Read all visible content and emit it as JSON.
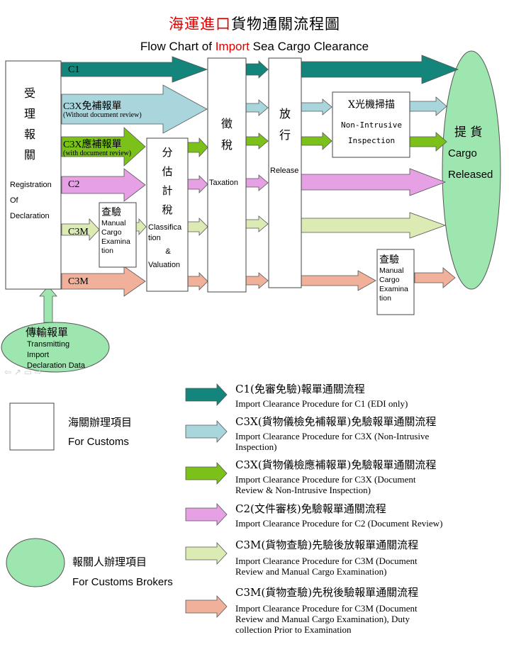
{
  "title": {
    "cn_red": "海運進口",
    "cn_rest": "貨物通關流程圖",
    "en_pre": "Flow Chart of ",
    "en_red": "Import",
    "en_post": " Sea Cargo Clearance"
  },
  "colors": {
    "teal": "#14857b",
    "lightblue": "#a9d5dc",
    "green": "#7bc11a",
    "pink": "#e6a0e4",
    "lightgreen": "#dcebb3",
    "salmon": "#f0b099",
    "oval": "#9ee6b0"
  },
  "nodes": {
    "registration": {
      "cn": [
        "受",
        "理",
        "報",
        "關"
      ],
      "en": [
        "Registration",
        "Of",
        "Declaration"
      ]
    },
    "classification": {
      "cn": [
        "分",
        "估",
        "計",
        "稅"
      ],
      "en": [
        "Classifica",
        "tion",
        "&",
        "Valuation"
      ]
    },
    "taxation": {
      "cn": [
        "徵",
        "稅"
      ],
      "en": "Taxation"
    },
    "release": {
      "cn": [
        "放",
        "行"
      ],
      "en": "Release"
    },
    "xray": {
      "cn": "X光機掃描",
      "en": [
        "Non-Intrusive",
        "Inspection"
      ]
    },
    "exam1": {
      "cn": "查驗",
      "en": [
        "Manual",
        "Cargo",
        "Examina",
        "tion"
      ]
    },
    "exam2": {
      "cn": "查驗",
      "en": [
        "Manual",
        "Cargo",
        "Examina",
        "tion"
      ]
    },
    "delivery": {
      "cn": "提 貨",
      "en": [
        "Cargo",
        "Released"
      ]
    },
    "transmit": {
      "cn": "傳輸報單",
      "en": [
        "Transmitting",
        "Import",
        "Declaration Data"
      ]
    }
  },
  "lanes": {
    "c1": "C1",
    "c3x": "C3X免補報單",
    "c3x_sub": "(Without document review)",
    "c3x2": "C3X應補報單",
    "c3x2_sub": "(with document review)",
    "c2": "C2",
    "c3m": "C3M",
    "c3m2": "C3M"
  },
  "legend": {
    "customs": {
      "cn": "海關辦理項目",
      "en": "For Customs"
    },
    "brokers": {
      "cn": "報關人辦理項目",
      "en": "For Customs Brokers"
    },
    "items": [
      {
        "cn": "C1(免審免驗)報單通關流程",
        "en": [
          "Import Clearance Procedure for C1 (EDI only)"
        ]
      },
      {
        "cn": "C3X(貨物儀檢免補報單)免驗報單通關流程",
        "en": [
          "Import Clearance Procedure for C3X (Non-Intrusive",
          "Inspection)"
        ]
      },
      {
        "cn": "C3X(貨物儀檢應補報單)免驗報單通關流程",
        "en": [
          "Import Clearance Procedure for C3X (Document",
          "Review & Non-Intrusive Inspection)"
        ]
      },
      {
        "cn": "C2(文件審核)免驗報單通關流程",
        "en": [
          "Import Clearance Procedure for C2 (Document Review)"
        ]
      },
      {
        "cn": "C3M(貨物查驗)先驗後放報單通關流程",
        "en": [
          "Import Clearance Procedure for C3M (Document",
          "Review and Manual Cargo Examination)"
        ]
      },
      {
        "cn": "C3M(貨物查驗)先稅後驗報單通關流程",
        "en": [
          "Import Clearance Procedure for C3M (Document",
          "Review and Manual Cargo Examination), Duty",
          "collection Prior to Examination"
        ]
      }
    ]
  },
  "nav_glyphs": "⇦ ↗ ▭ ⇨"
}
